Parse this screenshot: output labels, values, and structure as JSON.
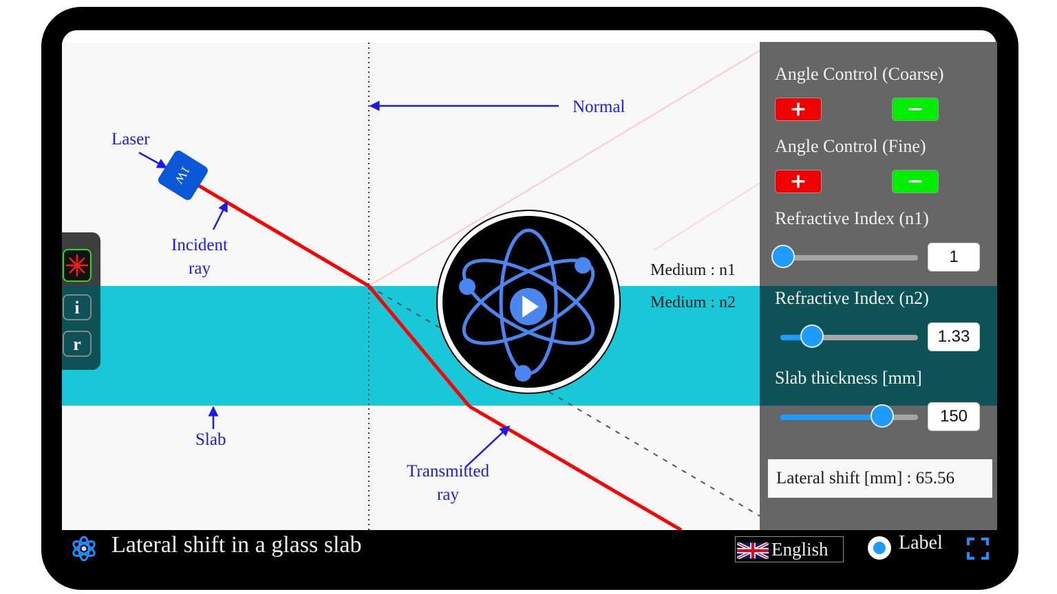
{
  "app": {
    "title": "Lateral shift in a glass slab"
  },
  "scene": {
    "labels": {
      "laser": "Laser",
      "laser_power": "1W",
      "incident_ray_line1": "Incident",
      "incident_ray_line2": "ray",
      "normal": "Normal",
      "slab": "Slab",
      "transmitted_ray_line1": "Transmitted",
      "transmitted_ray_line2": "ray",
      "medium_n1": "Medium : n1",
      "medium_n2": "Medium : n2"
    },
    "colors": {
      "background": "#f8f8f8",
      "slab": "#19c8d8",
      "ray": "#ff0000",
      "annotation": "#1a1aee",
      "laser_body": "#0a58d8"
    }
  },
  "left_toolbar": {
    "items": [
      {
        "name": "laser",
        "icon": "laser-starburst-icon",
        "label": ""
      },
      {
        "name": "incident-angle",
        "label": "i"
      },
      {
        "name": "refraction-angle",
        "label": "r"
      }
    ]
  },
  "controls": {
    "angle_coarse": {
      "title": "Angle Control (Coarse)",
      "plus": "+",
      "minus": "−"
    },
    "angle_fine": {
      "title": "Angle Control (Fine)",
      "plus": "+",
      "minus": "−"
    },
    "n1": {
      "title": "Refractive Index (n1)",
      "value": "1",
      "slider_pct": 2
    },
    "n2": {
      "title": "Refractive Index (n2)",
      "value": "1.33",
      "slider_pct": 23
    },
    "thickness": {
      "title": "Slab thickness [mm]",
      "value": "150",
      "slider_pct": 74
    },
    "result": {
      "label": "Lateral shift [mm] : 65.56",
      "value": "65.56"
    }
  },
  "bottom_bar": {
    "language": "English",
    "label_toggle": "Label",
    "label_toggle_checked": true,
    "fullscreen_icon": "fullscreen-icon"
  },
  "overlay": {
    "icon": "atom-play-icon"
  }
}
